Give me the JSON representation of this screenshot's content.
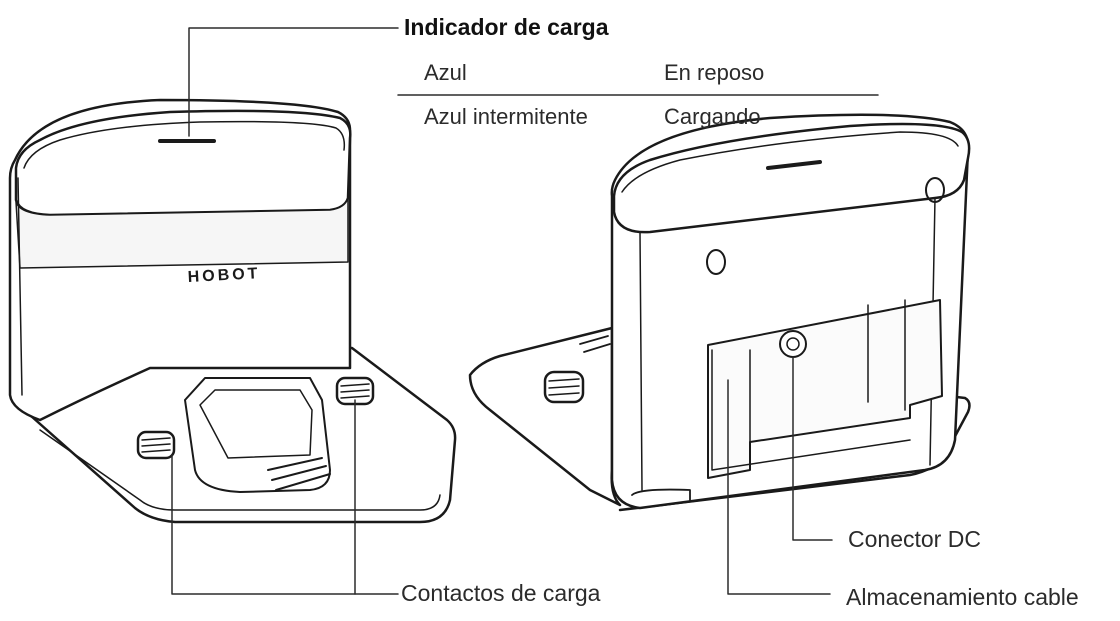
{
  "charging_indicator": {
    "title": "Indicador de carga",
    "rows": [
      {
        "color": "Azul",
        "state": "En reposo"
      },
      {
        "color": "Azul intermitente",
        "state": "Cargando"
      }
    ]
  },
  "callouts": {
    "charging_contacts": "Contactos de carga",
    "dc_connector": "Conector DC",
    "cable_storage": "Almacenamiento cable"
  },
  "brand_logo": "HOBOT",
  "colors": {
    "line": "#1a1a1a",
    "fill": "#ffffff",
    "text": "#2b2b2b"
  }
}
